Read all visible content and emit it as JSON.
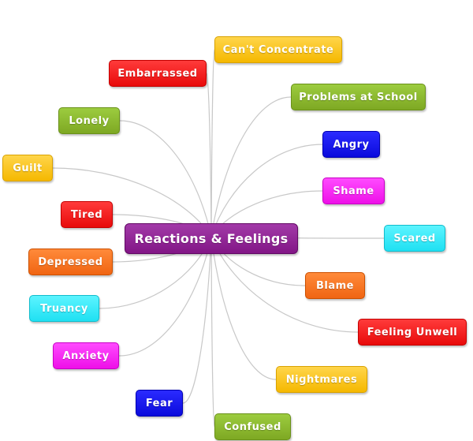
{
  "central_topic": {
    "label": "Reactions & Feelings",
    "color": "#8a1a8e"
  },
  "branches": [
    {
      "id": "cant",
      "label": "Can't Concentrate",
      "color": "#f5b800",
      "side": "right"
    },
    {
      "id": "embarrassed",
      "label": "Embarrassed",
      "color": "#e80a0a",
      "side": "left"
    },
    {
      "id": "problems",
      "label": "Problems at School",
      "color": "#7ea823",
      "side": "right"
    },
    {
      "id": "lonely",
      "label": "Lonely",
      "color": "#7ea823",
      "side": "left"
    },
    {
      "id": "angry",
      "label": "Angry",
      "color": "#0a0adc",
      "side": "right"
    },
    {
      "id": "guilt",
      "label": "Guilt",
      "color": "#f5b800",
      "side": "left"
    },
    {
      "id": "shame",
      "label": "Shame",
      "color": "#ee10e8",
      "side": "right"
    },
    {
      "id": "tired",
      "label": "Tired",
      "color": "#e80a0a",
      "side": "left"
    },
    {
      "id": "scared",
      "label": "Scared",
      "color": "#1fe0f2",
      "side": "right"
    },
    {
      "id": "depressed",
      "label": "Depressed",
      "color": "#f06512",
      "side": "left"
    },
    {
      "id": "blame",
      "label": "Blame",
      "color": "#f06512",
      "side": "right"
    },
    {
      "id": "truancy",
      "label": "Truancy",
      "color": "#1fe0f2",
      "side": "left"
    },
    {
      "id": "feelingunwell",
      "label": "Feeling Unwell",
      "color": "#e80a0a",
      "side": "right"
    },
    {
      "id": "anxiety",
      "label": "Anxiety",
      "color": "#ee10e8",
      "side": "left"
    },
    {
      "id": "nightmares",
      "label": "Nightmares",
      "color": "#f5b800",
      "side": "right"
    },
    {
      "id": "fear",
      "label": "Fear",
      "color": "#0a0adc",
      "side": "left"
    },
    {
      "id": "confused",
      "label": "Confused",
      "color": "#7ea823",
      "side": "right"
    }
  ]
}
